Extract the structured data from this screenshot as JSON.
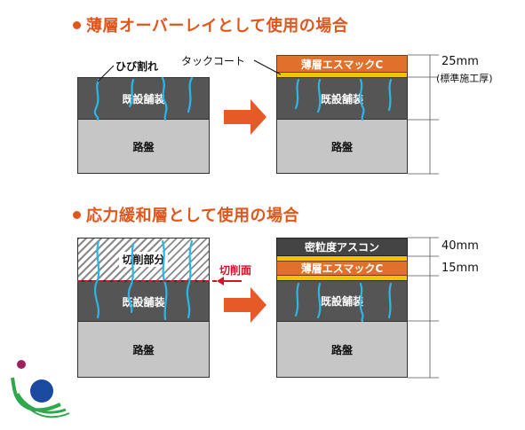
{
  "section1": {
    "heading": "薄層オーバーレイとして使用の場合",
    "crack_label": "ひび割れ",
    "tack_label": "タックコート",
    "before": {
      "pavement": "既設舗装",
      "subgrade": "路盤"
    },
    "after": {
      "thin_layer": "薄層エスマックC",
      "pavement": "既設舗装",
      "subgrade": "路盤"
    },
    "dim_value": "25mm",
    "dim_note": "(標準施工厚)"
  },
  "section2": {
    "heading": "応力緩和層として使用の場合",
    "cut_part": "切削部分",
    "cut_surface": "切削面",
    "before": {
      "pavement": "既設舗装",
      "subgrade": "路盤"
    },
    "after": {
      "asphalt": "密粒度アスコン",
      "thin_layer": "薄層エスマックC",
      "pavement": "既設舗装",
      "subgrade": "路盤"
    },
    "dim_top": "40mm",
    "dim_bottom": "15mm"
  },
  "colors": {
    "heading": "#e0561c",
    "thin_layer": "#e0702a",
    "tack_coat": "#f2c400",
    "pavement": "#555555",
    "subgrade": "#c6c6c6",
    "crack": "#29b6e8",
    "cut_line": "#d8102a",
    "arrow": "#e65a28"
  },
  "logo_icon": "kanagawa-style-logo-icon"
}
